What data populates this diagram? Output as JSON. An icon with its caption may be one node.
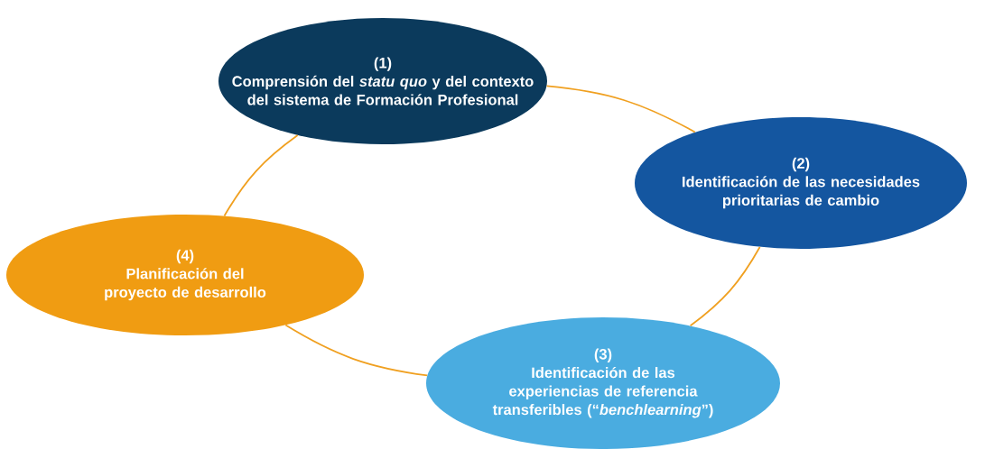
{
  "diagram": {
    "nodes": [
      {
        "text": [
          "(1)",
          "Comprensión del *statu quo* y del contexto del sistema de Formación Profesional"
        ]
      },
      {
        "text": [
          "(2)",
          "Identificación de las necesidades prioritarias de cambio"
        ]
      },
      {
        "text": [
          "(3)",
          "Identificación de las experiencias de referencia transferibles (“*benchlearning*”)"
        ]
      },
      {
        "text": [
          "(4)",
          "Planificación del proyecto de desarrollo"
        ]
      }
    ],
    "edges": [
      {
        "from": 0,
        "to": 1,
        "arrow": "none"
      },
      {
        "from": 1,
        "to": 2,
        "arrow": "none"
      },
      {
        "from": 2,
        "to": 3,
        "arrow": "none"
      },
      {
        "from": 3,
        "to": 0,
        "arrow": "none"
      }
    ]
  }
}
